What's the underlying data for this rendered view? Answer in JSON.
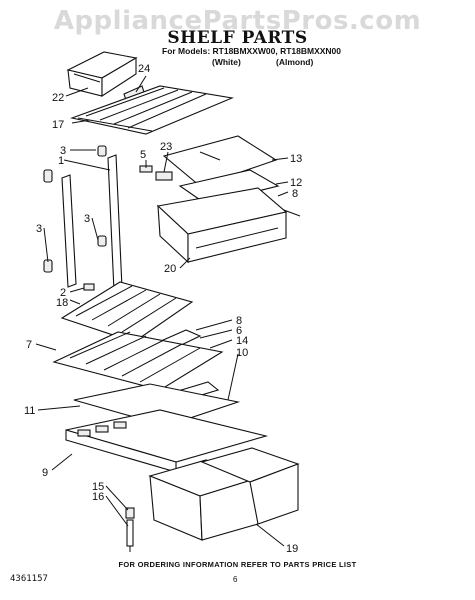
{
  "watermark": "AppliancePartsPros.com",
  "title": "SHELF PARTS",
  "models_line": "For Models: RT18BMXXW00, RT18BMXXN00",
  "variant_white": "(White)",
  "variant_almond": "(Almond)",
  "footer_note": "FOR ORDERING INFORMATION REFER TO PARTS PRICE LIST",
  "page_number": "6",
  "doc_number": "4361157",
  "callouts": {
    "c24": "24",
    "c22": "22",
    "c17": "17",
    "c3a": "3",
    "c1": "1",
    "c5": "5",
    "c23": "23",
    "c13": "13",
    "c12": "12",
    "c8a": "8",
    "c3b": "3",
    "c3c": "3",
    "c20": "20",
    "c2": "2",
    "c18": "18",
    "c8b": "8",
    "c6": "6",
    "c7": "7",
    "c14": "14",
    "c10": "10",
    "c11": "11",
    "c9": "9",
    "c15": "15",
    "c16": "16",
    "c19": "19"
  }
}
